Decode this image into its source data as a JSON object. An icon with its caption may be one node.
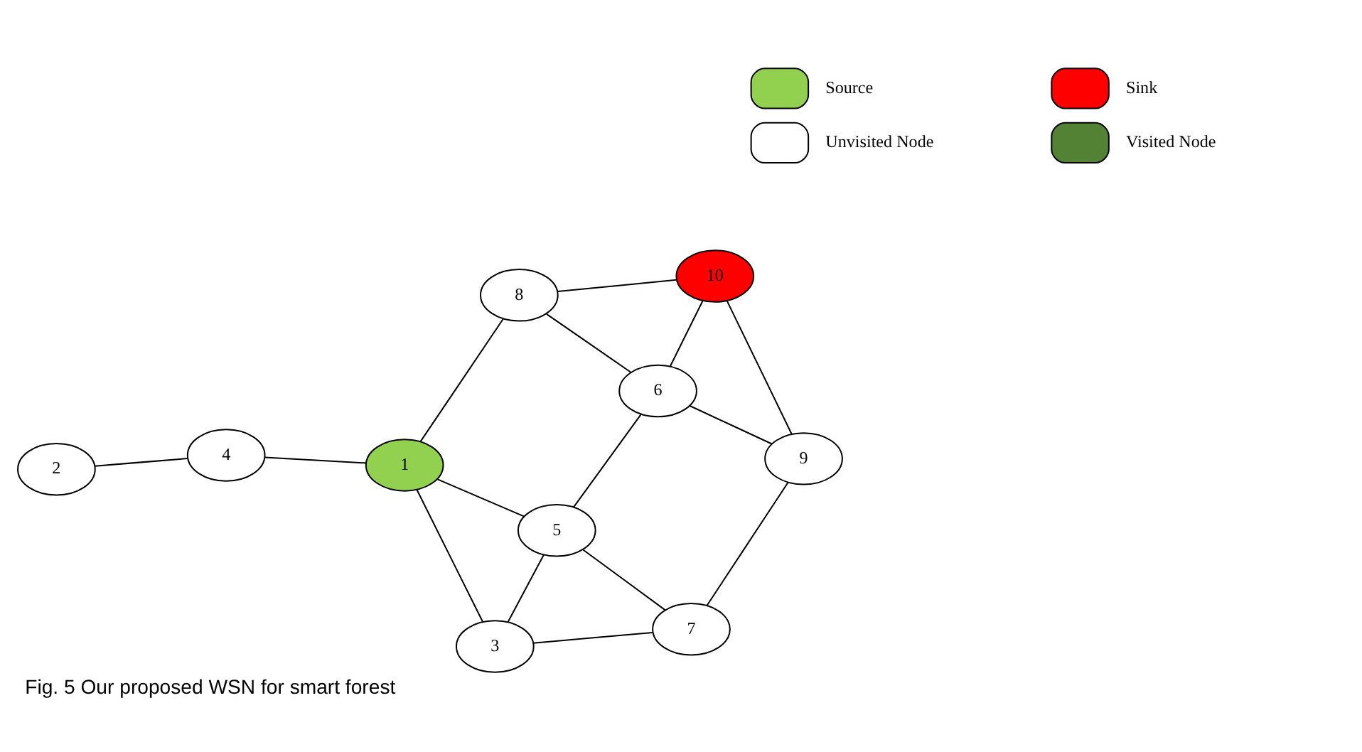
{
  "diagram": {
    "caption": "Fig. 5 Our proposed WSN for smart forest",
    "nodes": [
      {
        "text": [
          "4"
        ]
      },
      {
        "text": [
          "1"
        ]
      },
      {
        "text": [
          "8"
        ]
      },
      {
        "text": [
          "10"
        ]
      },
      {
        "text": [
          "6"
        ]
      },
      {
        "text": [
          "3"
        ]
      },
      {
        "text": [
          "5"
        ]
      },
      {
        "text": [
          "9"
        ]
      },
      {
        "text": [
          "2"
        ]
      },
      {
        "text": [
          "7"
        ]
      }
    ],
    "edges": [
      {
        "from": 0,
        "to": 1,
        "arrow": "none"
      },
      {
        "from": 0,
        "to": 8,
        "arrow": "none"
      },
      {
        "from": 1,
        "to": 2,
        "arrow": "none"
      },
      {
        "from": 1,
        "to": 5,
        "arrow": "none"
      },
      {
        "from": 1,
        "to": 6,
        "arrow": "none"
      },
      {
        "from": 2,
        "to": 3,
        "arrow": "none"
      },
      {
        "from": 2,
        "to": 4,
        "arrow": "none"
      },
      {
        "from": 4,
        "to": 3,
        "arrow": "none"
      },
      {
        "from": 4,
        "to": 6,
        "arrow": "none"
      },
      {
        "from": 4,
        "to": 7,
        "arrow": "none"
      },
      {
        "from": 3,
        "to": 7,
        "arrow": "none"
      },
      {
        "from": 5,
        "to": 6,
        "arrow": "none"
      },
      {
        "from": 5,
        "to": 9,
        "arrow": "none"
      },
      {
        "from": 6,
        "to": 9,
        "arrow": "none"
      },
      {
        "from": 7,
        "to": 9,
        "arrow": "none"
      }
    ],
    "legend": [
      {
        "text": "Source",
        "color": "#92d050"
      },
      {
        "text": "Sink",
        "color": "#ff0000"
      },
      {
        "text": "Unvisited Node",
        "color": "#ffffff"
      },
      {
        "text": "Visited Node",
        "color": "#548235"
      }
    ]
  }
}
